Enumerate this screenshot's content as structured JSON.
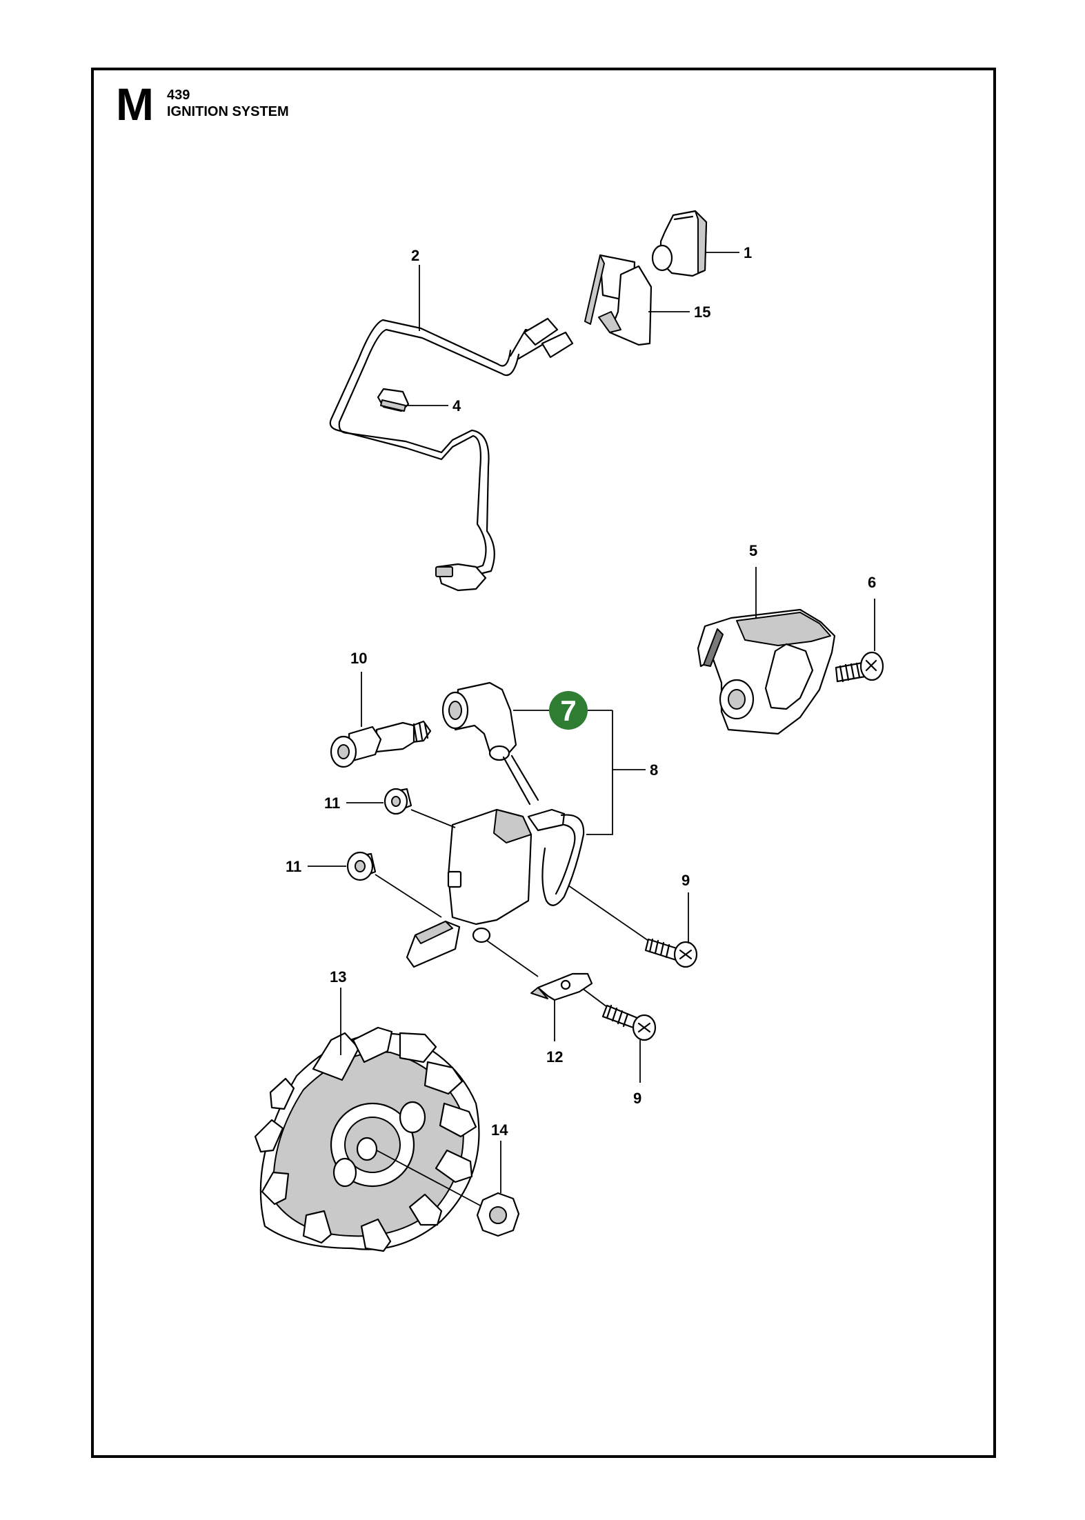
{
  "header": {
    "section_letter": "M",
    "model": "439",
    "title": "IGNITION SYSTEM"
  },
  "callouts": {
    "c1": "1",
    "c2": "2",
    "c4": "4",
    "c5": "5",
    "c6": "6",
    "c7": "7",
    "c8": "8",
    "c9a": "9",
    "c9b": "9",
    "c10": "10",
    "c11a": "11",
    "c11b": "11",
    "c12": "12",
    "c13": "13",
    "c14": "14",
    "c15": "15"
  },
  "colors": {
    "highlight": "#2e7d32",
    "line": "#000000"
  }
}
